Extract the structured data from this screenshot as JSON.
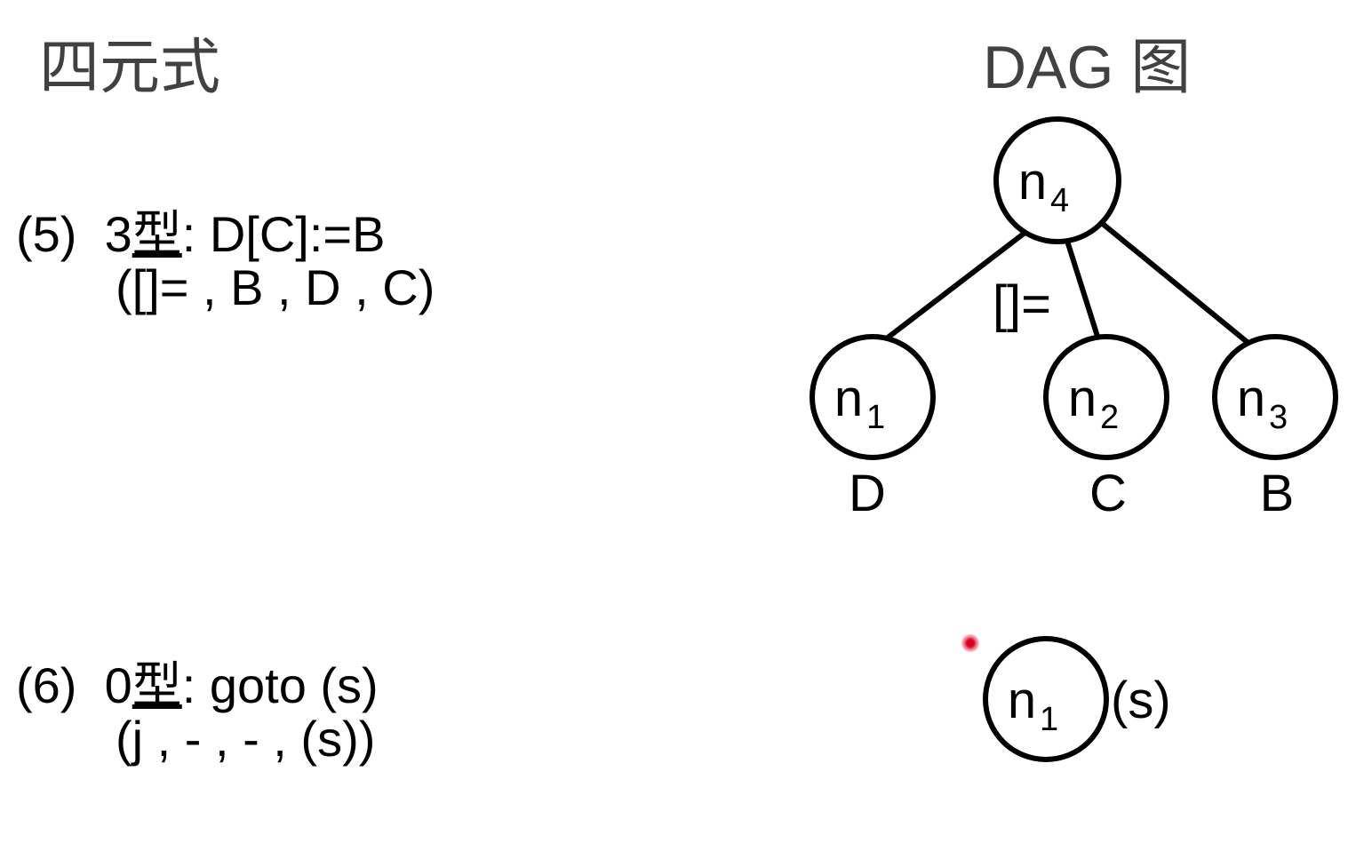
{
  "headers": {
    "left": "四元式",
    "right": "DAG 图"
  },
  "quadruples": [
    {
      "number": "(5)",
      "type_prefix": "3",
      "type_word": "型",
      "statement": ": D[C]:=B",
      "line1": "(5)  3型: D[C]:=B",
      "line2": "([]= , B , D , C)"
    },
    {
      "number": "(6)",
      "type_prefix": "0",
      "type_word": "型",
      "statement": ": goto (s)",
      "line1": "(6)  0型: goto (s)",
      "line2": "(j , - , - , (s))"
    }
  ],
  "dag": {
    "top_graph": {
      "root": {
        "id": "n",
        "subscript": "4"
      },
      "operator_label": "[]=",
      "children": [
        {
          "id": "n",
          "subscript": "1",
          "leaf_label": "D"
        },
        {
          "id": "n",
          "subscript": "2",
          "leaf_label": "C"
        },
        {
          "id": "n",
          "subscript": "3",
          "leaf_label": "B"
        }
      ]
    },
    "bottom_graph": {
      "node": {
        "id": "n",
        "subscript": "1"
      },
      "suffix": "(s)"
    }
  },
  "colors": {
    "background": "#ffffff",
    "header_text": "#414141",
    "body_text": "#000000",
    "stroke": "#000000",
    "cursor": "#e00025"
  }
}
